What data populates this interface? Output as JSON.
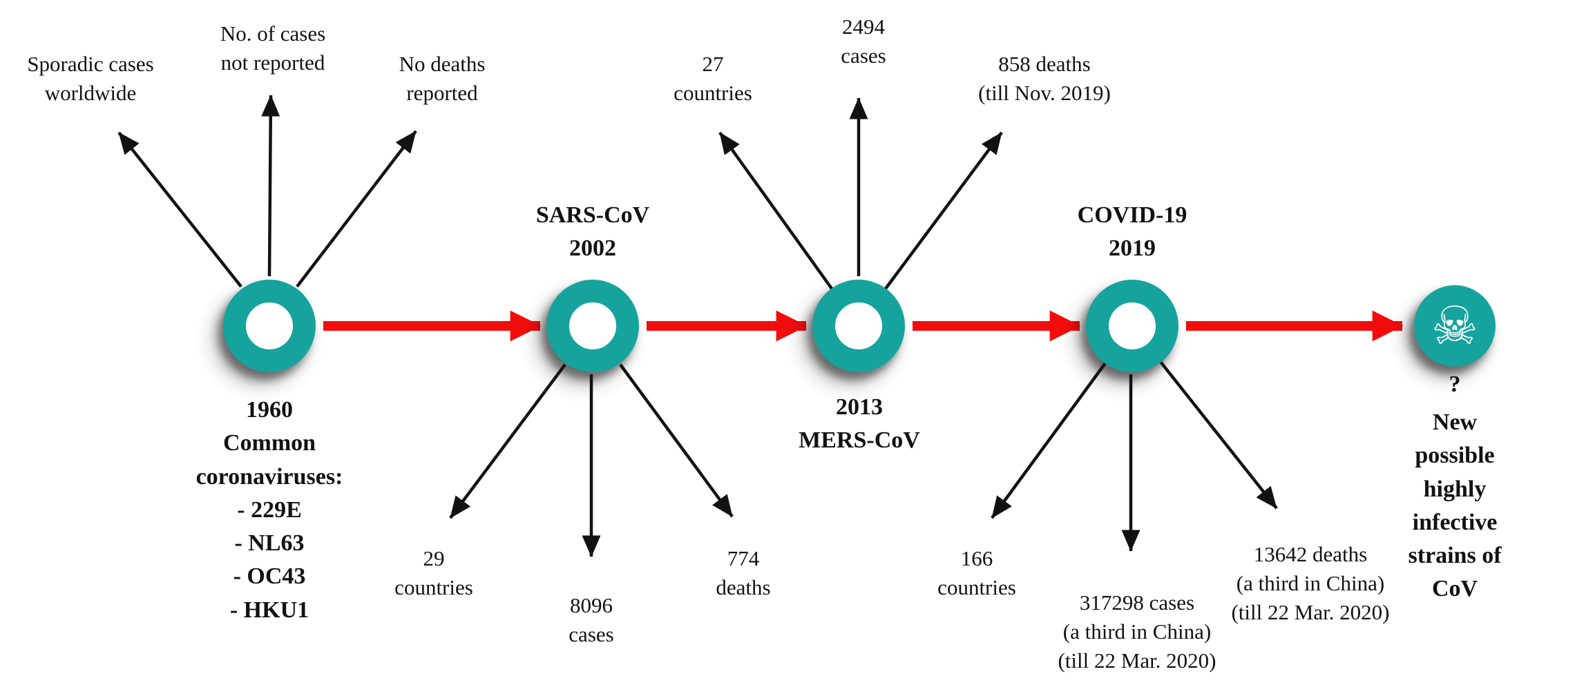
{
  "colors": {
    "node_teal": "#16a39e",
    "arrow_red": "#f20d0d",
    "arrow_black": "#121212",
    "text": "#121212",
    "background": "#ffffff"
  },
  "nodes": {
    "n1960": {
      "label": "1960\nCommon\ncoronaviruses:\n- 229E\n- NL63\n- OC43\n- HKU1",
      "callouts": {
        "left": "Sporadic cases\nworldwide",
        "mid": "No. of cases\nnot reported",
        "right": "No deaths\nreported"
      }
    },
    "sars": {
      "label": "SARS-CoV\n2002",
      "callouts": {
        "left": "29\ncountries",
        "mid": "8096\ncases",
        "right": "774\ndeaths"
      }
    },
    "mers": {
      "label": "2013\nMERS-CoV",
      "callouts": {
        "left": "27\ncountries",
        "mid": "2494\ncases",
        "right": "858 deaths\n(till Nov. 2019)"
      }
    },
    "covid": {
      "label": "COVID-19\n2019",
      "callouts": {
        "left": "166\ncountries",
        "mid": "317298 cases\n(a third in China)\n(till 22 Mar. 2020)",
        "right": "13642 deaths\n(a third in China)\n(till 22 Mar. 2020)"
      }
    },
    "future": {
      "question_mark": "?",
      "label": "New possible\nhighly infective\nstrains of CoV",
      "icon_glyph": "☠"
    }
  }
}
